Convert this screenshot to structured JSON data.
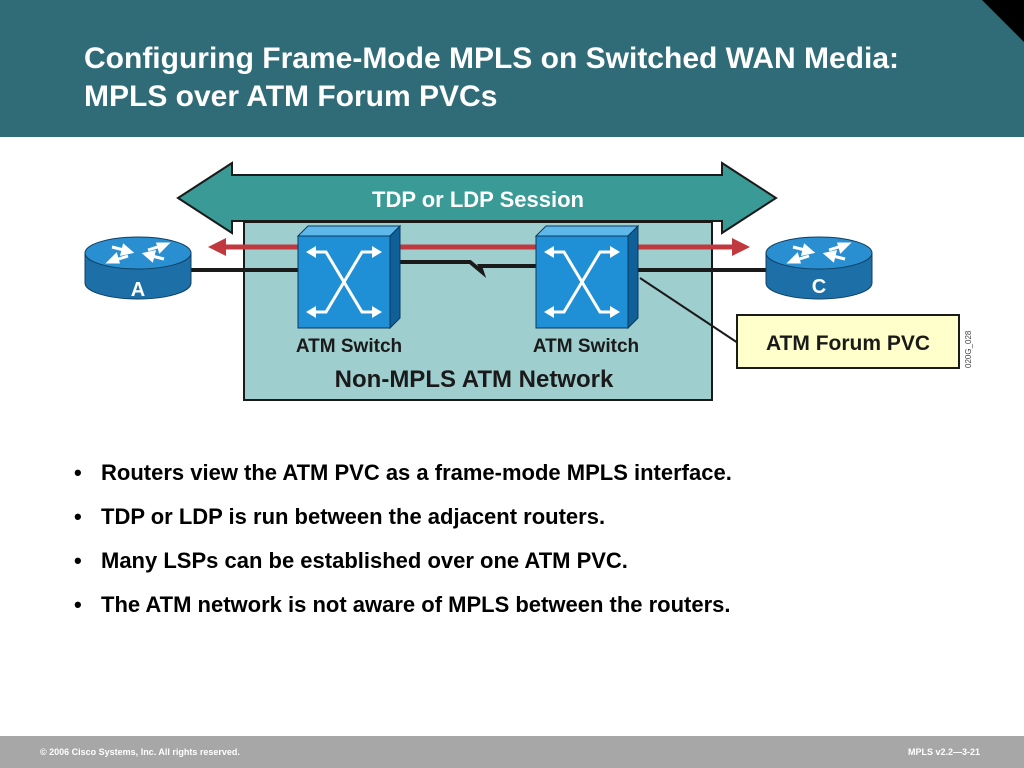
{
  "slide": {
    "title_line1": "Configuring Frame-Mode MPLS on Switched WAN Media:",
    "title_line2": "MPLS over ATM Forum PVCs"
  },
  "diagram": {
    "session_label": "TDP or LDP Session",
    "router_a_label": "A",
    "router_c_label": "C",
    "switch1_label": "ATM Switch",
    "switch2_label": "ATM Switch",
    "network_label": "Non-MPLS ATM Network",
    "pvc_label": "ATM Forum PVC",
    "figure_id": "020G_028",
    "colors": {
      "session_arrow": "#3a9a96",
      "network_fill": "#9fcece",
      "router_blue": "#2a8fd0",
      "switch_blue": "#1f8fd6",
      "lsp_red": "#c0393f",
      "pvc_box_fill": "#ffffcc"
    }
  },
  "bullets": [
    "Routers view the ATM PVC as a frame-mode MPLS interface.",
    "TDP or LDP is run between the adjacent routers.",
    "Many LSPs can be established over one ATM PVC.",
    "The ATM network is not aware of MPLS between the routers."
  ],
  "footer": {
    "copyright": "© 2006 Cisco Systems, Inc. All rights reserved.",
    "course_code": "MPLS v2.2—3-21"
  }
}
